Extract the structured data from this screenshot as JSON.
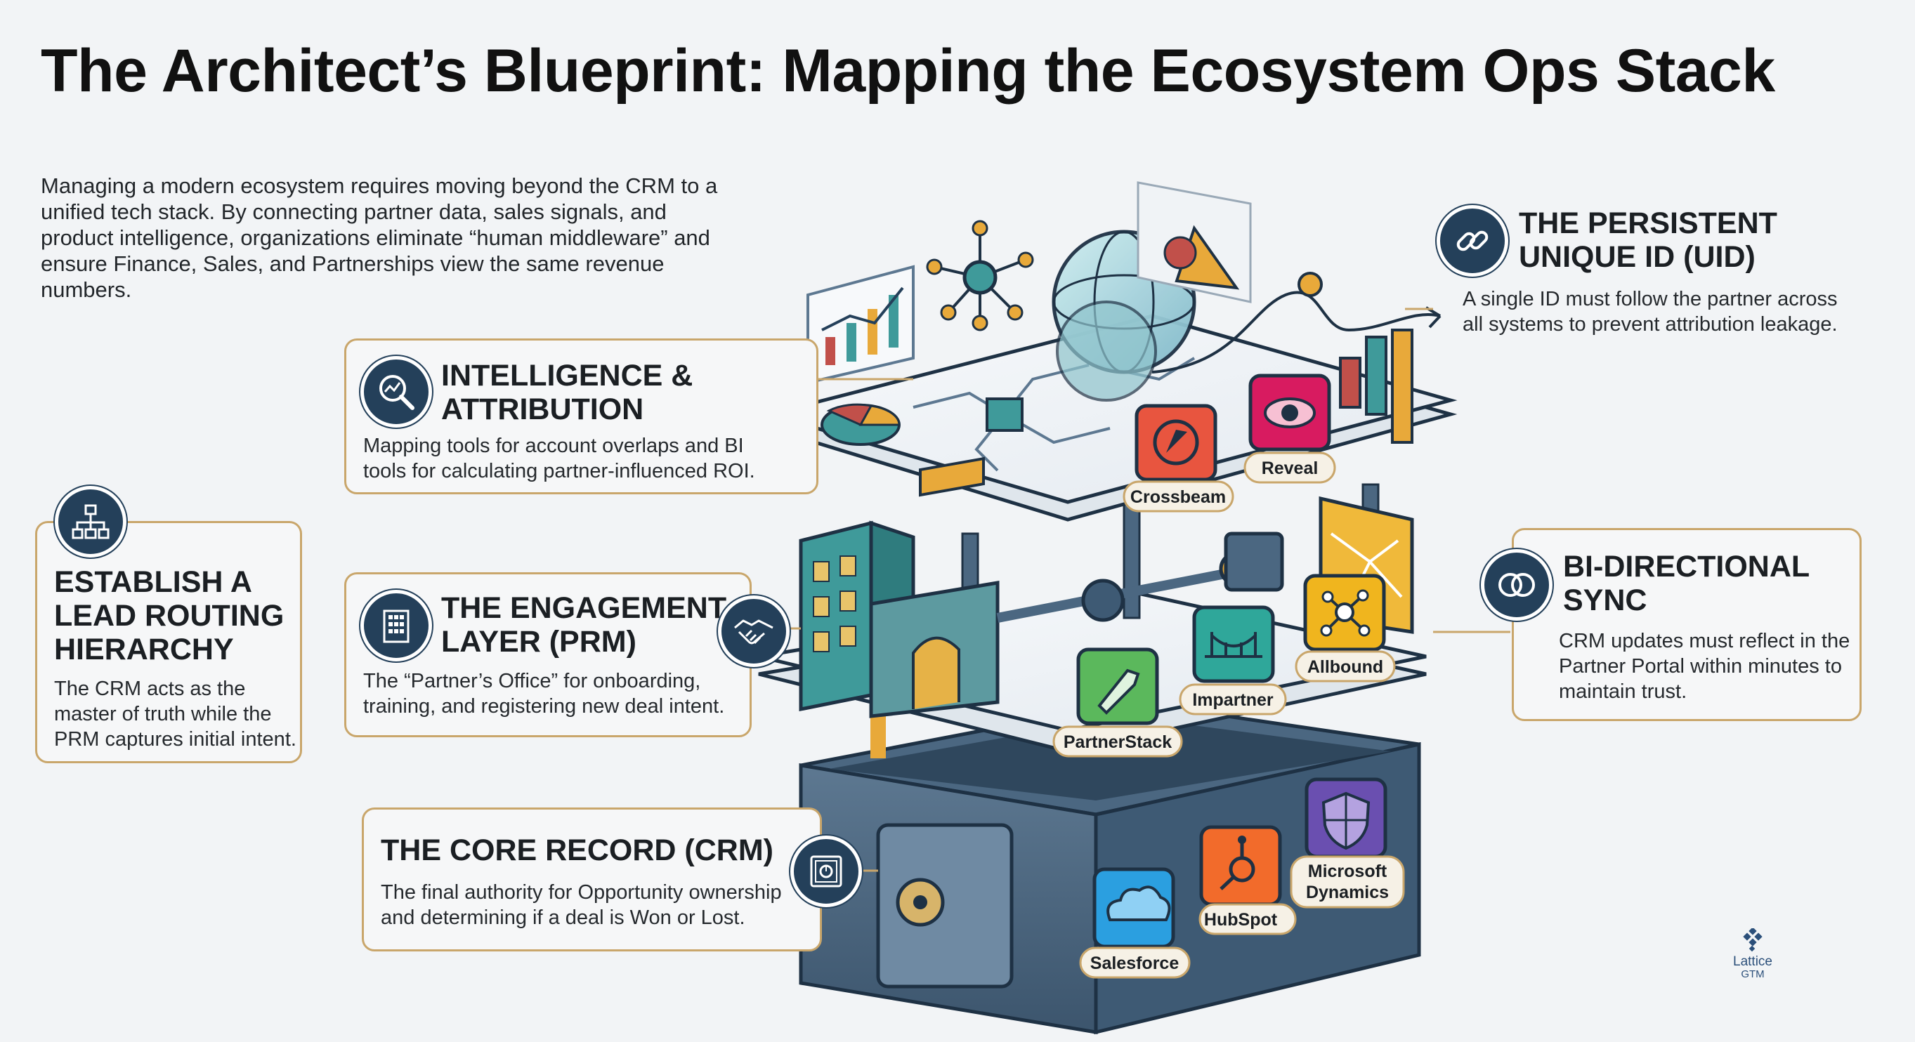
{
  "title": "The Architect’s Blueprint: Mapping the Ecosystem Ops Stack",
  "intro": "Managing a modern ecosystem requires moving beyond the CRM to a unified tech stack. By connecting partner data, sales signals, and product intelligence, organizations eliminate “human middleware” and ensure Finance, Sales, and Partnerships view the same revenue numbers.",
  "cards": {
    "intelligence": {
      "title_line1": "INTELLIGENCE &",
      "title_line2": "ATTRIBUTION",
      "desc_line1": "Mapping tools for account overlaps and BI",
      "desc_line2": "tools for calculating partner-influenced ROI.",
      "icon": "magnifier-chart-icon"
    },
    "routing": {
      "title_line1": "ESTABLISH A",
      "title_line2": "LEAD ROUTING",
      "title_line3": "HIERARCHY",
      "desc_line1": "The CRM acts as the",
      "desc_line2": "master of truth while the",
      "desc_line3": "PRM captures initial intent.",
      "icon": "hierarchy-icon"
    },
    "engagement": {
      "title_line1": "THE ENGAGEMENT",
      "title_line2": "LAYER (PRM)",
      "desc_line1": "The “Partner’s Office” for onboarding,",
      "desc_line2": "training, and registering new deal intent.",
      "icon": "building-icon",
      "side_icon": "handshake-icon"
    },
    "core": {
      "title": "THE CORE RECORD (CRM)",
      "desc_line1": "The final authority for Opportunity ownership",
      "desc_line2": "and determining if a deal is Won or Lost.",
      "icon": "safe-icon"
    },
    "uid": {
      "title_line1": "THE PERSISTENT",
      "title_line2": "UNIQUE ID (UID)",
      "desc_line1": "A single ID must follow the partner across",
      "desc_line2": "all systems to prevent attribution leakage.",
      "icon": "link-icon"
    },
    "sync": {
      "title_line1": "BI-DIRECTIONAL",
      "title_line2": "SYNC",
      "desc_line1": "CRM updates must reflect in the",
      "desc_line2": "Partner Portal within minutes to",
      "desc_line3": "maintain trust.",
      "icon": "sync-rings-icon"
    }
  },
  "tools": {
    "crossbeam": "Crossbeam",
    "reveal": "Reveal",
    "partnerstack": "PartnerStack",
    "impartner": "Impartner",
    "allbound": "Allbound",
    "salesforce": "Salesforce",
    "hubspot": "HubSpot",
    "dynamics_line1": "Microsoft",
    "dynamics_line2": "Dynamics"
  },
  "logo": {
    "line1": "Lattice",
    "line2": "GTM"
  },
  "colors": {
    "accent_gold": "#c9a66b",
    "badge_navy": "#24405a",
    "crossbeam": "#e8553f",
    "reveal": "#d81b60",
    "partnerstack": "#5bb85c",
    "impartner": "#2fa79a",
    "allbound": "#f0b51e",
    "salesforce": "#2b9fe0",
    "hubspot": "#f26b2b",
    "dynamics": "#6a4fb0"
  }
}
